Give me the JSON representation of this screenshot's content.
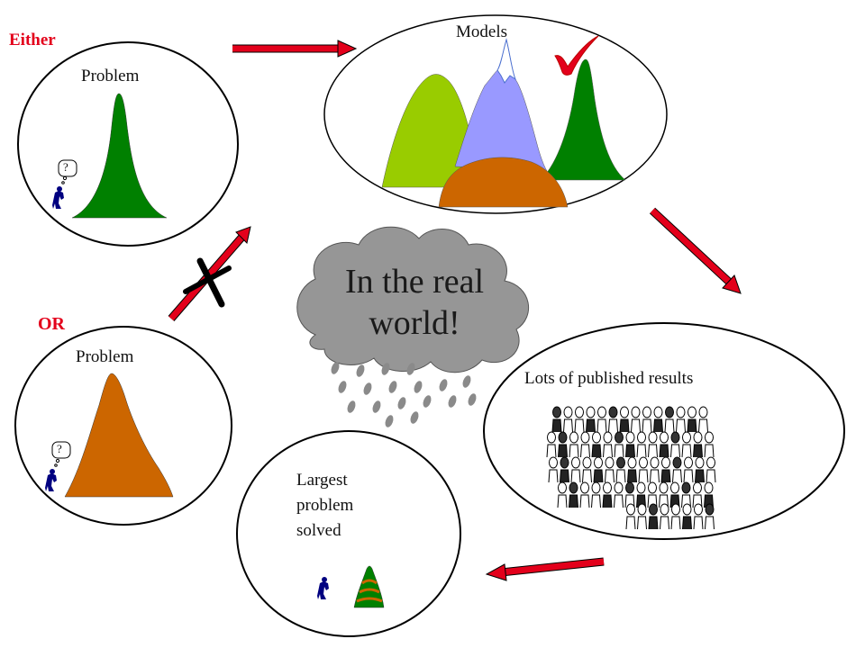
{
  "labels": {
    "either": "Either",
    "or": "OR",
    "problem_top": "Problem",
    "problem_bottom": "Problem",
    "models": "Models",
    "published": "Lots of published results",
    "largest_line1": "Largest",
    "largest_line2": "problem",
    "largest_line3": "solved",
    "cloud_line1": "In the real",
    "cloud_line2": "world!",
    "question_mark": "?"
  },
  "colors": {
    "arrow_red": "#e3001b",
    "dark_green": "#008000",
    "light_green": "#99cc00",
    "lilac": "#9999ff",
    "orange_brown": "#cc6600",
    "cloud_gray": "#969696",
    "figure_blue": "#000080",
    "check_red": "#e3001b"
  },
  "icons": {
    "check": "checkmark-icon",
    "cross": "x-mark-icon",
    "thinker": "thinking-person-icon",
    "crowd": "crowd-of-people-icon"
  }
}
